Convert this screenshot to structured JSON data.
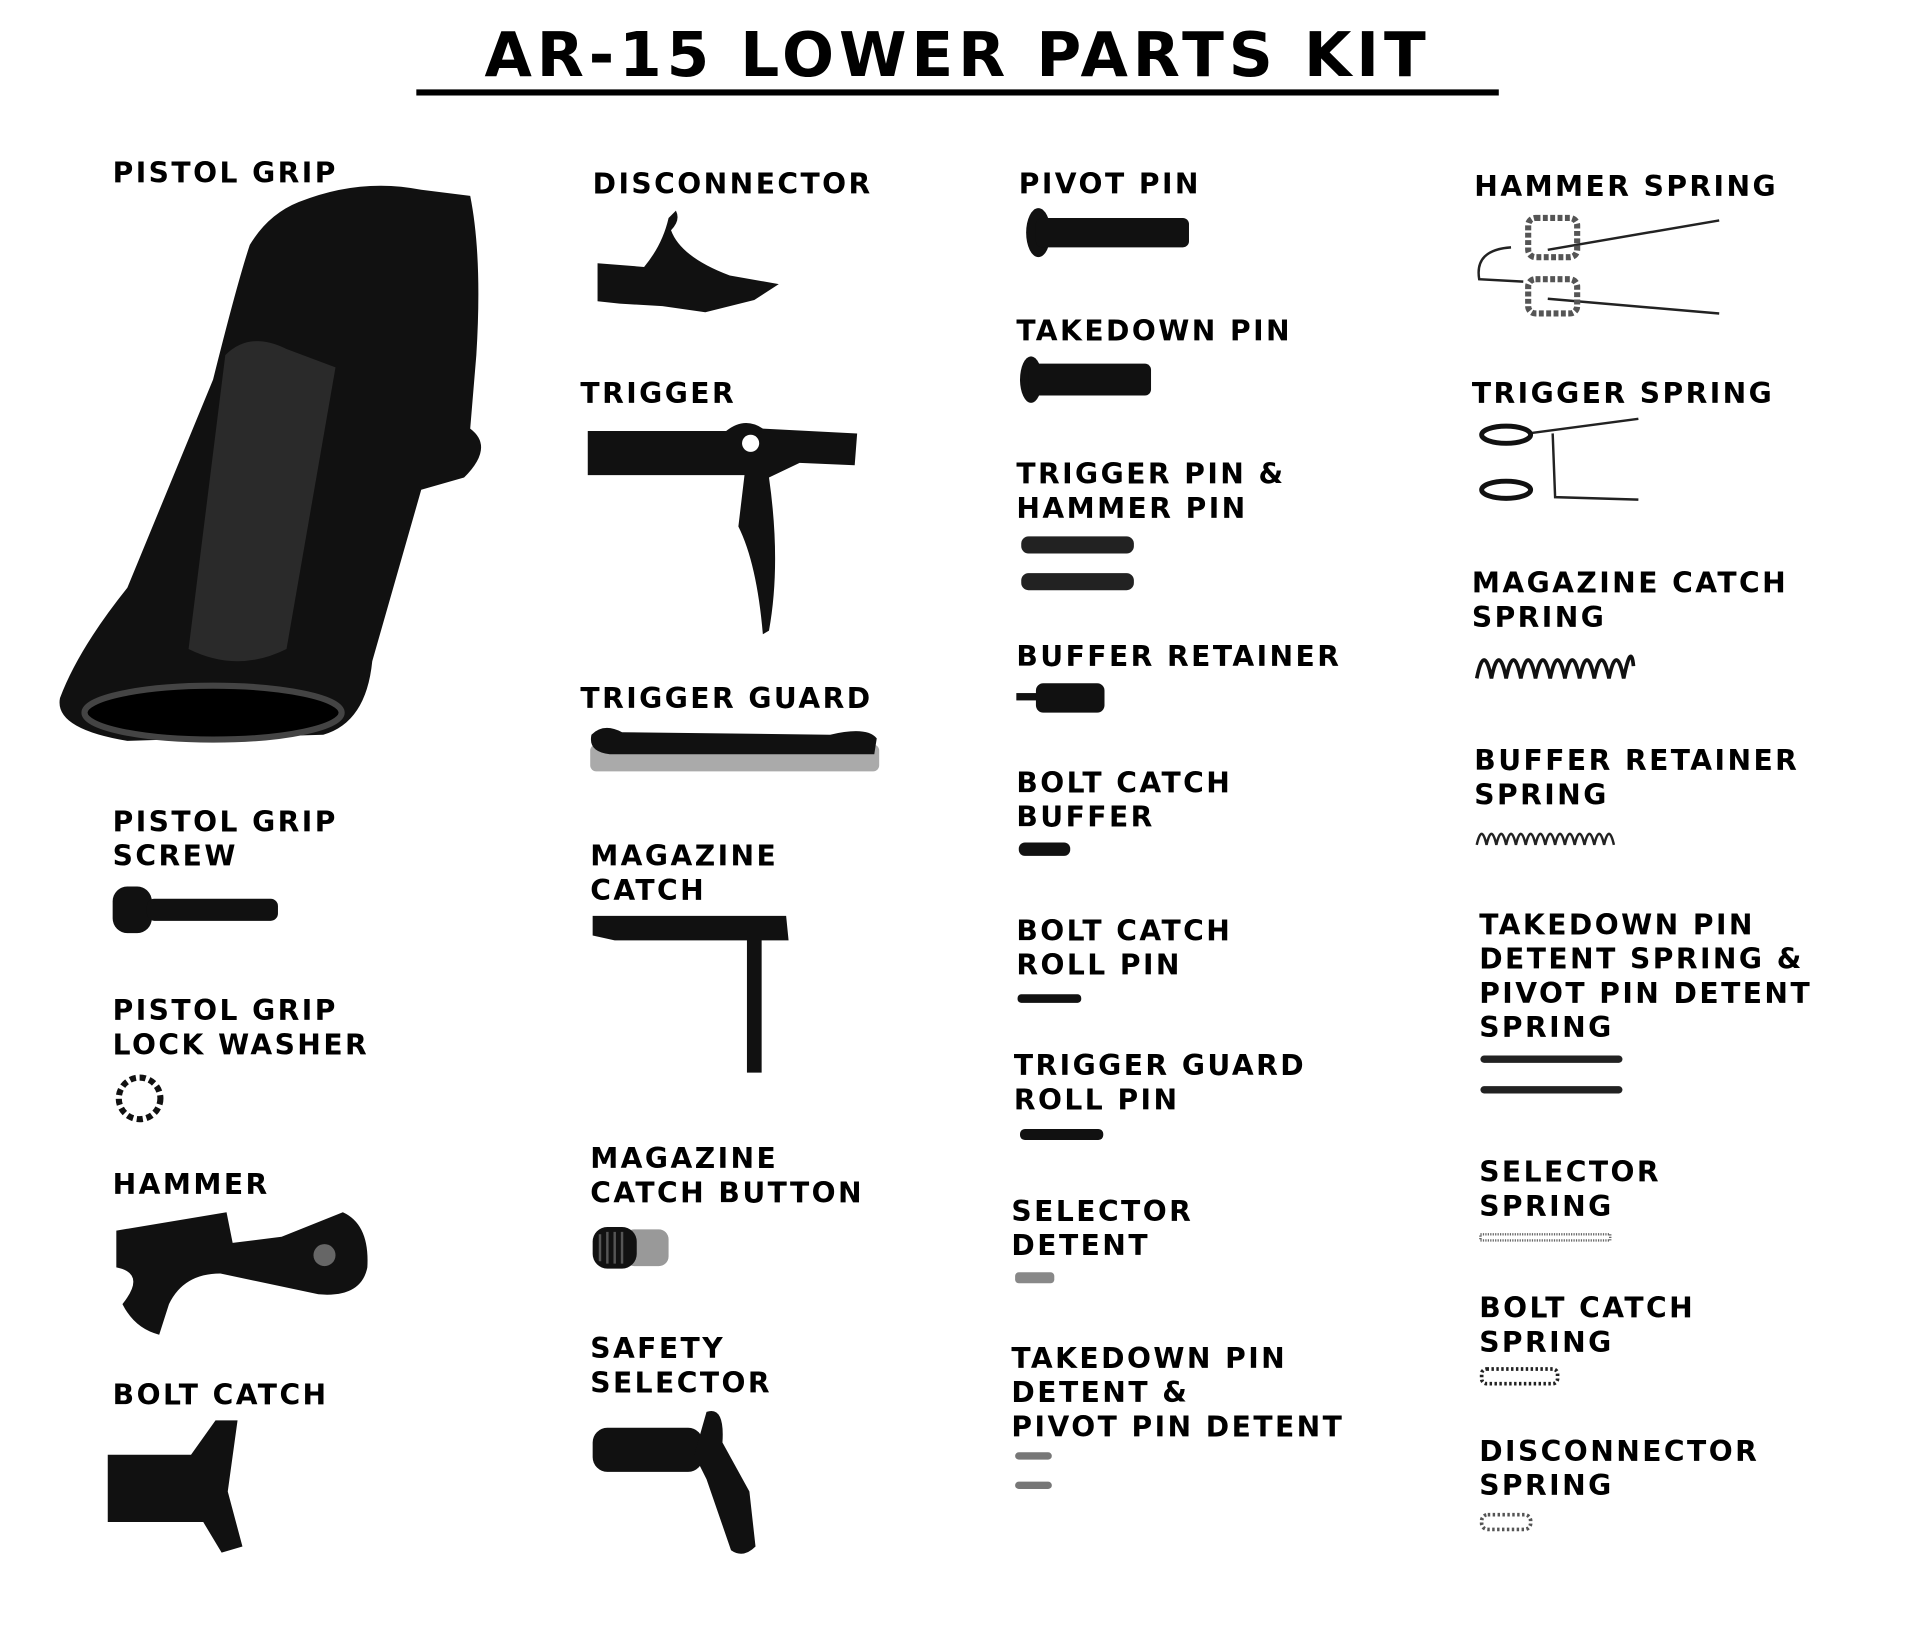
{
  "title": "AR-15 LOWER PARTS KIT",
  "parts": {
    "pistol_grip": [
      "PISTOL GRIP"
    ],
    "pistol_grip_screw": [
      "PISTOL GRIP",
      "SCREW"
    ],
    "pistol_grip_lock_washer": [
      "PISTOL GRIP",
      "LOCK WASHER"
    ],
    "hammer": [
      "HAMMER"
    ],
    "bolt_catch": [
      "BOLT CATCH"
    ],
    "disconnector": [
      "DISCONNECTOR"
    ],
    "trigger": [
      "TRIGGER"
    ],
    "trigger_guard": [
      "TRIGGER GUARD"
    ],
    "magazine_catch": [
      "MAGAZINE",
      "CATCH"
    ],
    "magazine_catch_button": [
      "MAGAZINE",
      "CATCH BUTTON"
    ],
    "safety_selector": [
      "SAFETY",
      "SELECTOR"
    ],
    "pivot_pin": [
      "PIVOT PIN"
    ],
    "takedown_pin": [
      "TAKEDOWN PIN"
    ],
    "trigger_hammer_pin": [
      "TRIGGER PIN &",
      "HAMMER PIN"
    ],
    "buffer_retainer": [
      "BUFFER RETAINER"
    ],
    "bolt_catch_buffer": [
      "BOLT CATCH",
      "BUFFER"
    ],
    "bolt_catch_roll_pin": [
      "BOLT CATCH",
      "ROLL PIN"
    ],
    "trigger_guard_roll_pin": [
      "TRIGGER GUARD",
      "ROLL PIN"
    ],
    "selector_detent": [
      "SELECTOR",
      "DETENT"
    ],
    "takedown_pivot_detent": [
      "TAKEDOWN PIN",
      "DETENT &",
      "PIVOT PIN DETENT"
    ],
    "hammer_spring": [
      "HAMMER SPRING"
    ],
    "trigger_spring": [
      "TRIGGER SPRING"
    ],
    "magazine_catch_spring": [
      "MAGAZINE CATCH",
      "SPRING"
    ],
    "buffer_retainer_spring": [
      "BUFFER RETAINER",
      "SPRING"
    ],
    "detent_springs": [
      "TAKEDOWN PIN",
      "DETENT SPRING &",
      "PIVOT PIN DETENT",
      "SPRING"
    ],
    "selector_spring": [
      "SELECTOR",
      "SPRING"
    ],
    "bolt_catch_spring": [
      "BOLT CATCH",
      "SPRING"
    ],
    "disconnector_spring": [
      "DISCONNECTOR",
      "SPRING"
    ]
  }
}
